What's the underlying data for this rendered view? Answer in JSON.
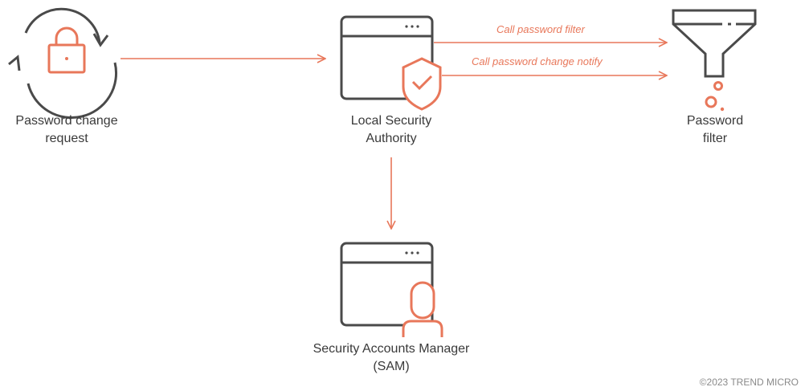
{
  "colors": {
    "accent": "#e8775a",
    "dark": "#4a4a4a"
  },
  "nodes": {
    "request": {
      "line1": "Password change",
      "line2": "request",
      "icon": "padlock-refresh-icon"
    },
    "lsa": {
      "line1": "Local Security",
      "line2": "Authority",
      "icon": "window-shield-icon"
    },
    "filter": {
      "line1": "Password",
      "line2": "filter",
      "icon": "funnel-icon"
    },
    "sam": {
      "line1": "Security Accounts Manager",
      "line2": "(SAM)",
      "icon": "window-user-icon"
    }
  },
  "edges": {
    "call_filter": "Call password filter",
    "call_notify": "Call password change notify"
  },
  "footer": {
    "copyright": "©2023 TREND MICRO"
  }
}
